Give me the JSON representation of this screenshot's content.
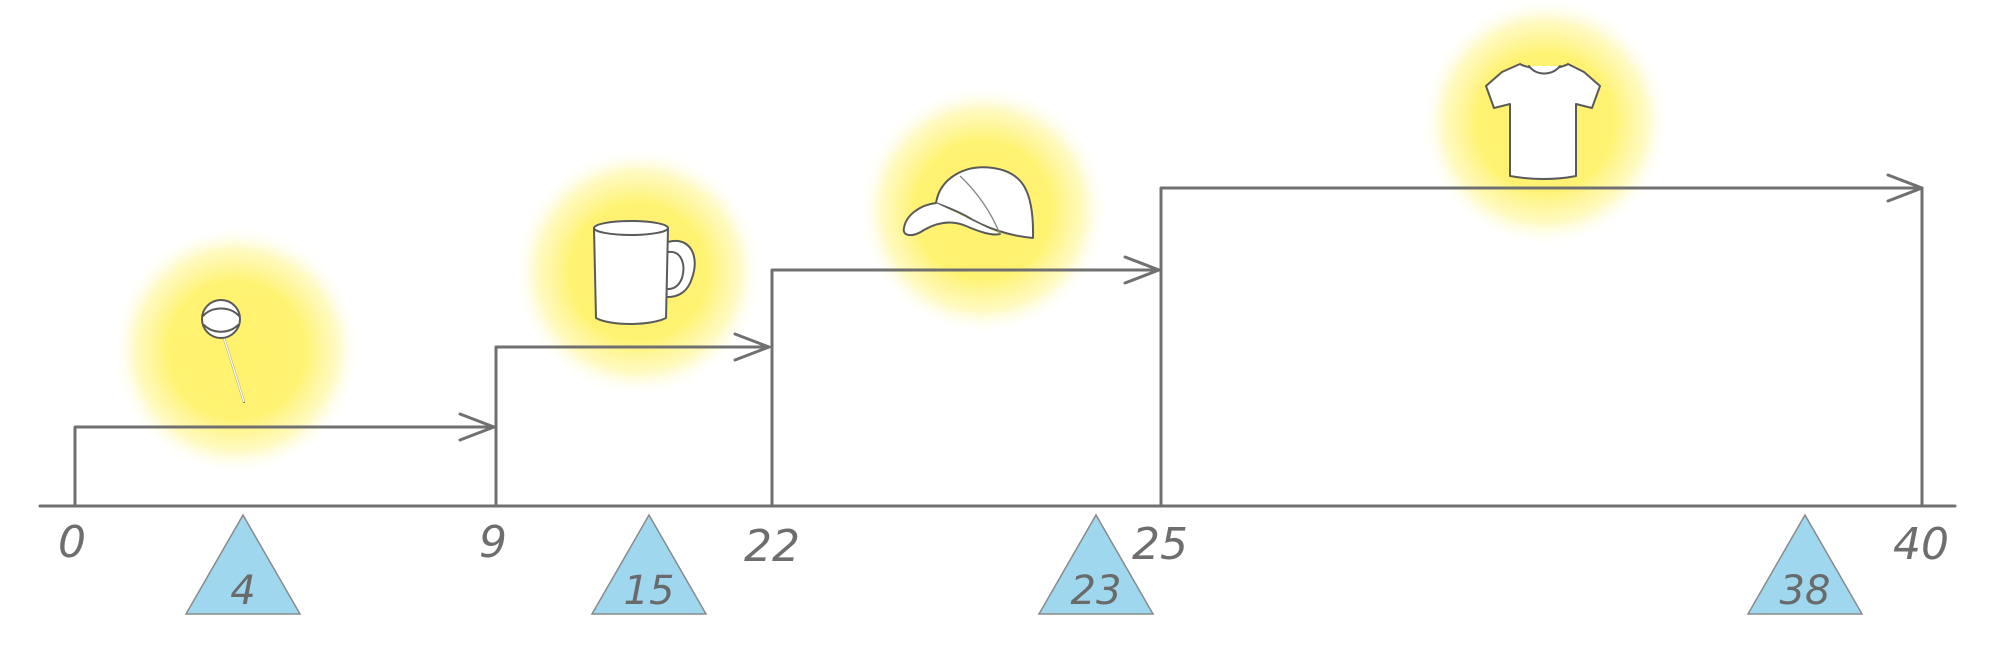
{
  "diagram": {
    "colors": {
      "line": "#707070",
      "glow": "#fff26b",
      "marker_fill": "#9fd8ee",
      "text": "#6e6e6e"
    },
    "axis": {
      "range": [
        0,
        40
      ],
      "breakpoints": [
        "0",
        "9",
        "22",
        "25",
        "40"
      ]
    },
    "steps": [
      {
        "from": 0,
        "to": 9,
        "level": 1,
        "icon": "lollipop-icon"
      },
      {
        "from": 9,
        "to": 22,
        "level": 2,
        "icon": "mug-icon"
      },
      {
        "from": 22,
        "to": 25,
        "level": 3,
        "icon": "cap-icon"
      },
      {
        "from": 25,
        "to": 40,
        "level": 4,
        "icon": "tshirt-icon"
      }
    ],
    "markers": [
      "4",
      "15",
      "23",
      "38"
    ]
  }
}
